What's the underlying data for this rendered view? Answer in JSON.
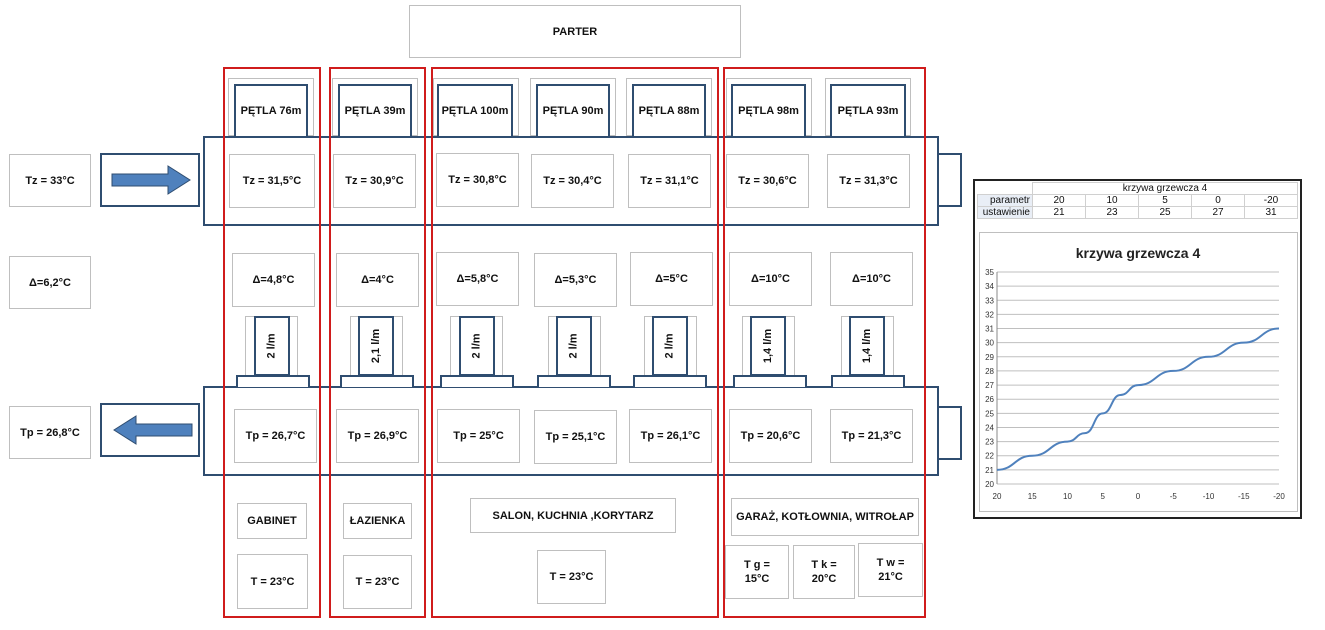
{
  "header": {
    "title": "PARTER"
  },
  "supply": {
    "temp_label": "Tz = 33°C"
  },
  "delta_main": {
    "label": "Δ=6,2°C"
  },
  "return": {
    "temp_label": "Tp = 26,8°C"
  },
  "loops": [
    {
      "name": "PĘTLA 76m",
      "tz": "Tz = 31,5°C",
      "delta": "Δ=4,8°C",
      "flow": "2 l/m",
      "tp": "Tp = 26,7°C"
    },
    {
      "name": "PĘTLA 39m",
      "tz": "Tz = 30,9°C",
      "delta": "Δ=4°C",
      "flow": "2,1 l/m",
      "tp": "Tp = 26,9°C"
    },
    {
      "name": "PĘTLA 100m",
      "tz": "Tz = 30,8°C",
      "delta": "Δ=5,8°C",
      "flow": "2 l/m",
      "tp": "Tp = 25°C"
    },
    {
      "name": "PĘTLA 90m",
      "tz": "Tz = 30,4°C",
      "delta": "Δ=5,3°C",
      "flow": "2 l/m",
      "tp": "Tp = 25,1°C"
    },
    {
      "name": "PĘTLA 88m",
      "tz": "Tz = 31,1°C",
      "delta": "Δ=5°C",
      "flow": "2 l/m",
      "tp": "Tp = 26,1°C"
    },
    {
      "name": "PĘTLA 98m",
      "tz": "Tz = 30,6°C",
      "delta": "Δ=10°C",
      "flow": "1,4 l/m",
      "tp": "Tp = 20,6°C"
    },
    {
      "name": "PĘTLA 93m",
      "tz": "Tz = 31,3°C",
      "delta": "Δ=10°C",
      "flow": "1,4 l/m",
      "tp": "Tp = 21,3°C"
    }
  ],
  "rooms": {
    "gabinet": {
      "name": "GABINET",
      "temp": "T = 23°C"
    },
    "lazienka": {
      "name": "ŁAZIENKA",
      "temp": "T = 23°C"
    },
    "salon": {
      "name": "SALON, KUCHNIA ,KORYTARZ",
      "temp": "T = 23°C"
    },
    "garaz": {
      "name": "GARAŻ, KOTŁOWNIA, WITROŁAP",
      "tg": "T g = 15°C",
      "tk": "T k = 20°C",
      "tw": "T w = 21°C"
    }
  },
  "curve_table": {
    "title": "krzywa grzewcza 4",
    "row1_label": "parametr",
    "row2_label": "ustawienie",
    "parametr": [
      "20",
      "10",
      "5",
      "0",
      "-20"
    ],
    "ustawienie": [
      "21",
      "23",
      "25",
      "27",
      "31"
    ]
  },
  "chart_data": {
    "type": "line",
    "title": "krzywa grzewcza 4",
    "xlabel": "",
    "ylabel": "",
    "x": [
      20,
      15,
      10,
      7.5,
      5,
      2.5,
      0,
      -5,
      -10,
      -15,
      -20
    ],
    "series": [
      {
        "values": [
          21,
          22,
          23,
          23.6,
          25,
          26.3,
          27,
          28,
          29,
          30,
          31
        ]
      }
    ],
    "x_ticks": [
      20,
      15,
      10,
      5,
      0,
      -5,
      -10,
      -15,
      -20
    ],
    "y_ticks": [
      20,
      21,
      22,
      23,
      24,
      25,
      26,
      27,
      28,
      29,
      30,
      31,
      32,
      33,
      34,
      35
    ],
    "xlim": [
      20,
      -20
    ],
    "ylim": [
      20,
      35
    ],
    "grid": true,
    "line_color": "#4f81bd"
  },
  "colors": {
    "zone": "#d01c1c",
    "pipe": "#2f4d70",
    "arrow": "#4f81bd"
  }
}
